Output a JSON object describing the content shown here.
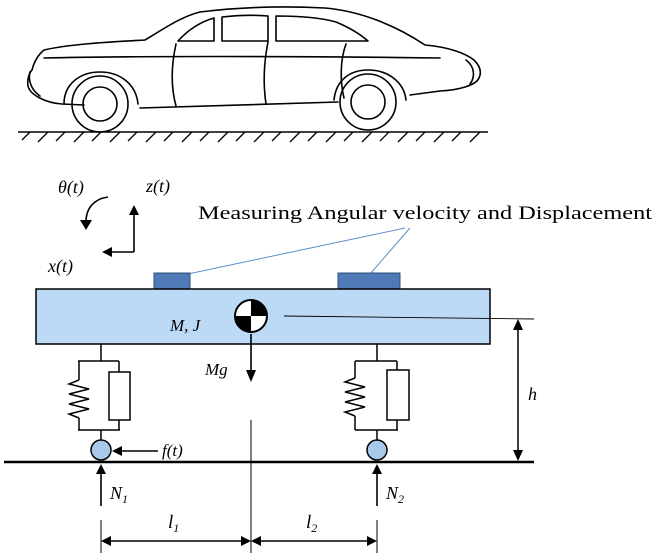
{
  "labels": {
    "theta": "θ(t)",
    "z": "z(t)",
    "x": "x(t)",
    "sensor_note": "Measuring Angular velocity and  Displacement",
    "mass_inertia": "M, J",
    "weight": "Mg",
    "height": "h",
    "force": "f(t)",
    "n1_base": "N",
    "n1_sub": "1",
    "n2_base": "N",
    "n2_sub": "2",
    "l1_base": "l",
    "l1_sub": "1",
    "l2_base": "l",
    "l2_sub": "2"
  },
  "colors": {
    "body_fill": "#bcd9f6",
    "sensor_fill": "#4f7ab8",
    "wheel_fill": "#a9c9ec",
    "stroke": "#000000",
    "leader": "#5b8fc6"
  }
}
